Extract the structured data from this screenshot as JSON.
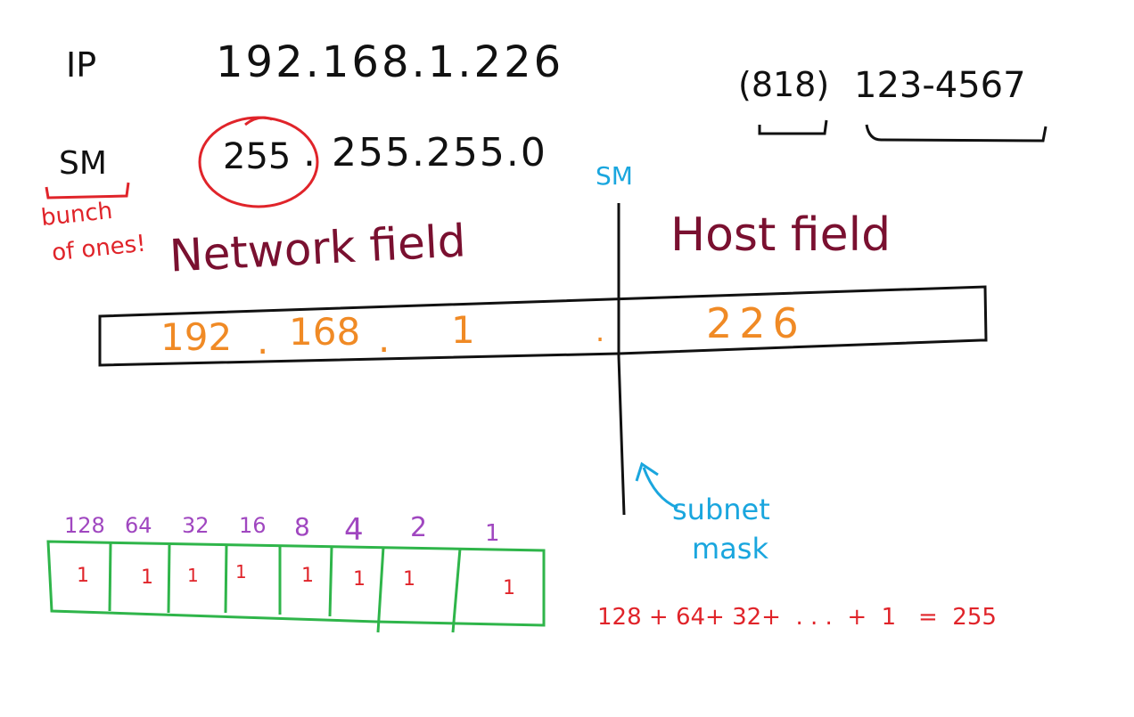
{
  "colors": {
    "ink": "#111111",
    "red": "#e0242a",
    "maroon": "#7a1030",
    "orange": "#f08a25",
    "cyan": "#1aa6de",
    "purple": "#a047c0",
    "green": "#2fb54a"
  },
  "ip": {
    "label": "IP",
    "value": "192.168.1.226"
  },
  "subnet_mask": {
    "label": "SM",
    "value_first_octet": "255",
    "value_rest": ". 255.255.0"
  },
  "phone": {
    "area_code": "(818)",
    "number": "123-4567"
  },
  "notes": {
    "bunch_line1": "bunch",
    "bunch_line2": "of ones!"
  },
  "divider_label": "SM",
  "fields": {
    "network": "Network field",
    "host": "Host field"
  },
  "address_box": {
    "network_part": [
      "192",
      ".",
      "168",
      ".",
      "1",
      "."
    ],
    "host_part": "226"
  },
  "subnet_annotation": {
    "line1": "subnet",
    "line2": "mask"
  },
  "bit_weights": [
    "128",
    "64",
    "32",
    "16",
    "8",
    "4",
    "2",
    "1"
  ],
  "bit_values": [
    "1",
    "1",
    "1",
    "1",
    "1",
    "1",
    "1",
    "1"
  ],
  "sum_equation": "128 + 64+ 32+  . . .  +  1   =  255"
}
